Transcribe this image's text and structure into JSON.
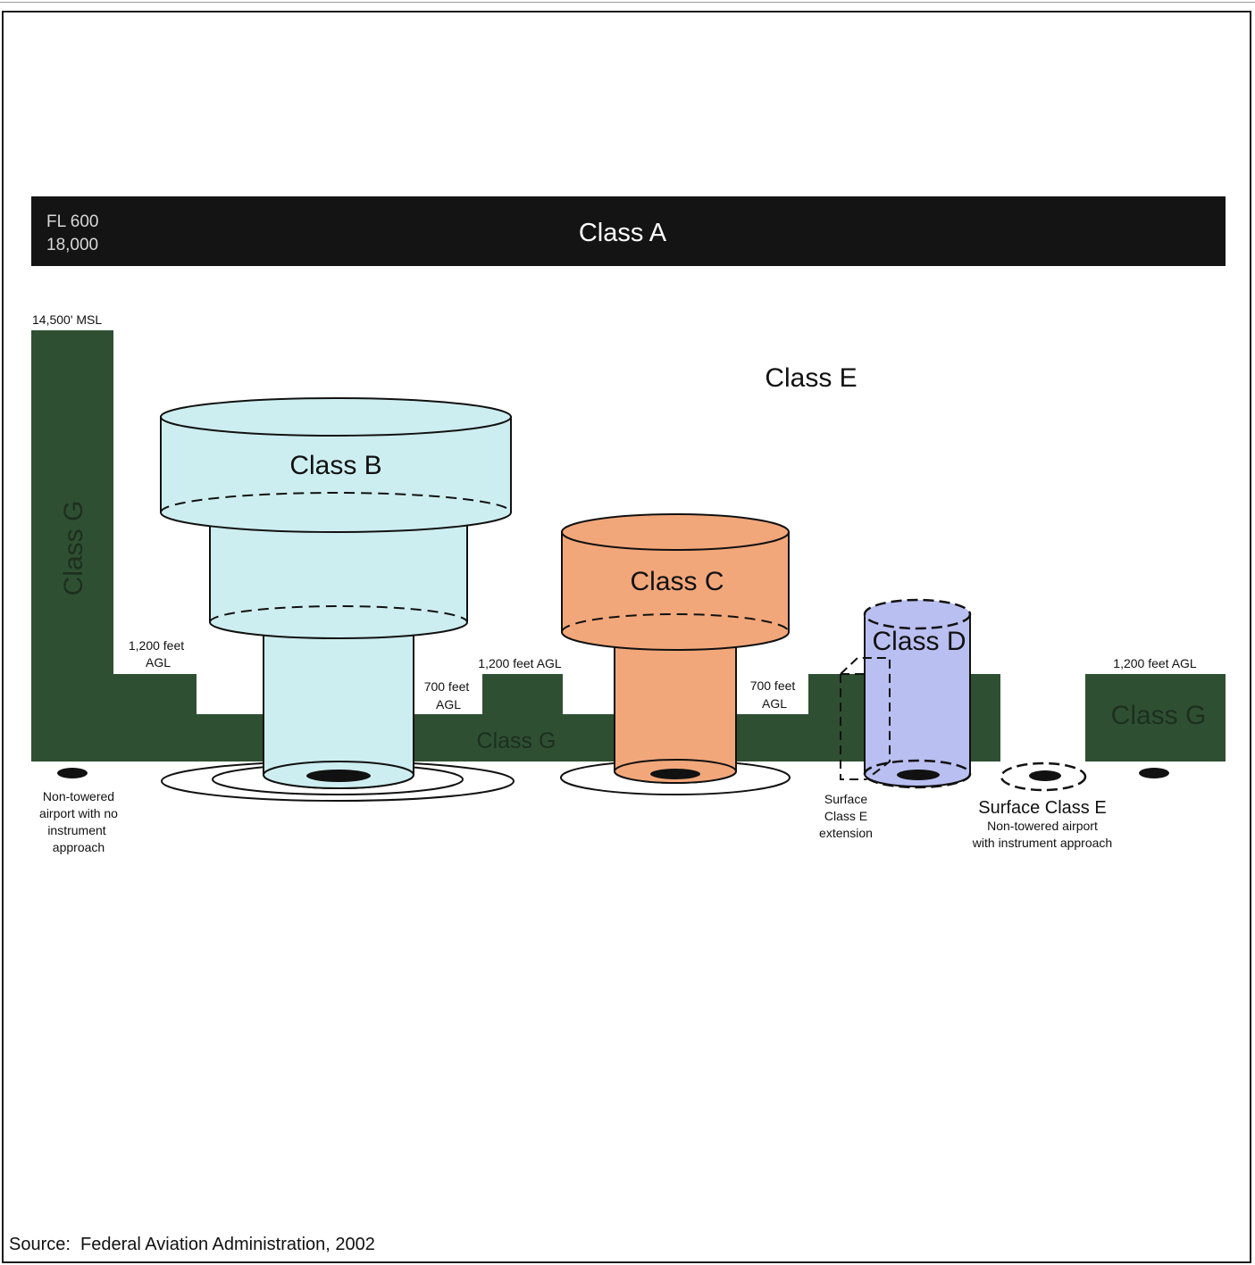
{
  "class_a": {
    "label": "Class A",
    "fl_label": "FL 600",
    "alt_label": "18,000"
  },
  "class_e": {
    "label": "Class E"
  },
  "class_g": {
    "left_label": "Class G",
    "center_label": "Class G",
    "right_label": "Class G",
    "top_altitude": "14,500' MSL"
  },
  "class_b": {
    "label": "Class B"
  },
  "class_c": {
    "label": "Class C"
  },
  "class_d": {
    "label": "Class D"
  },
  "altitudes": {
    "left_1200_line1": "1,200 feet",
    "left_1200_line2": "AGL",
    "mid_700_line1": "700 feet",
    "mid_700_line2": "AGL",
    "mid_1200": "1,200 feet AGL",
    "c_700_line1": "700 feet",
    "c_700_line2": "AGL",
    "right_1200": "1,200 feet AGL"
  },
  "notes": {
    "nontowered_lines": [
      "Non-towered",
      "airport with no",
      "instrument",
      "approach"
    ],
    "surface_ext_lines": [
      "Surface",
      "Class E",
      "extension"
    ],
    "surface_e_title": "Surface Class E",
    "surface_e_lines": [
      "Non-towered airport",
      "with instrument approach"
    ]
  },
  "source": "Source:  Federal Aviation Administration, 2002",
  "colors": {
    "class_a": "#141414",
    "class_g": "#2f4f32",
    "class_b": "#cdeef0",
    "class_c": "#f2a77a",
    "class_d": "#b9bff0",
    "class_b_label_text": "#111111"
  }
}
